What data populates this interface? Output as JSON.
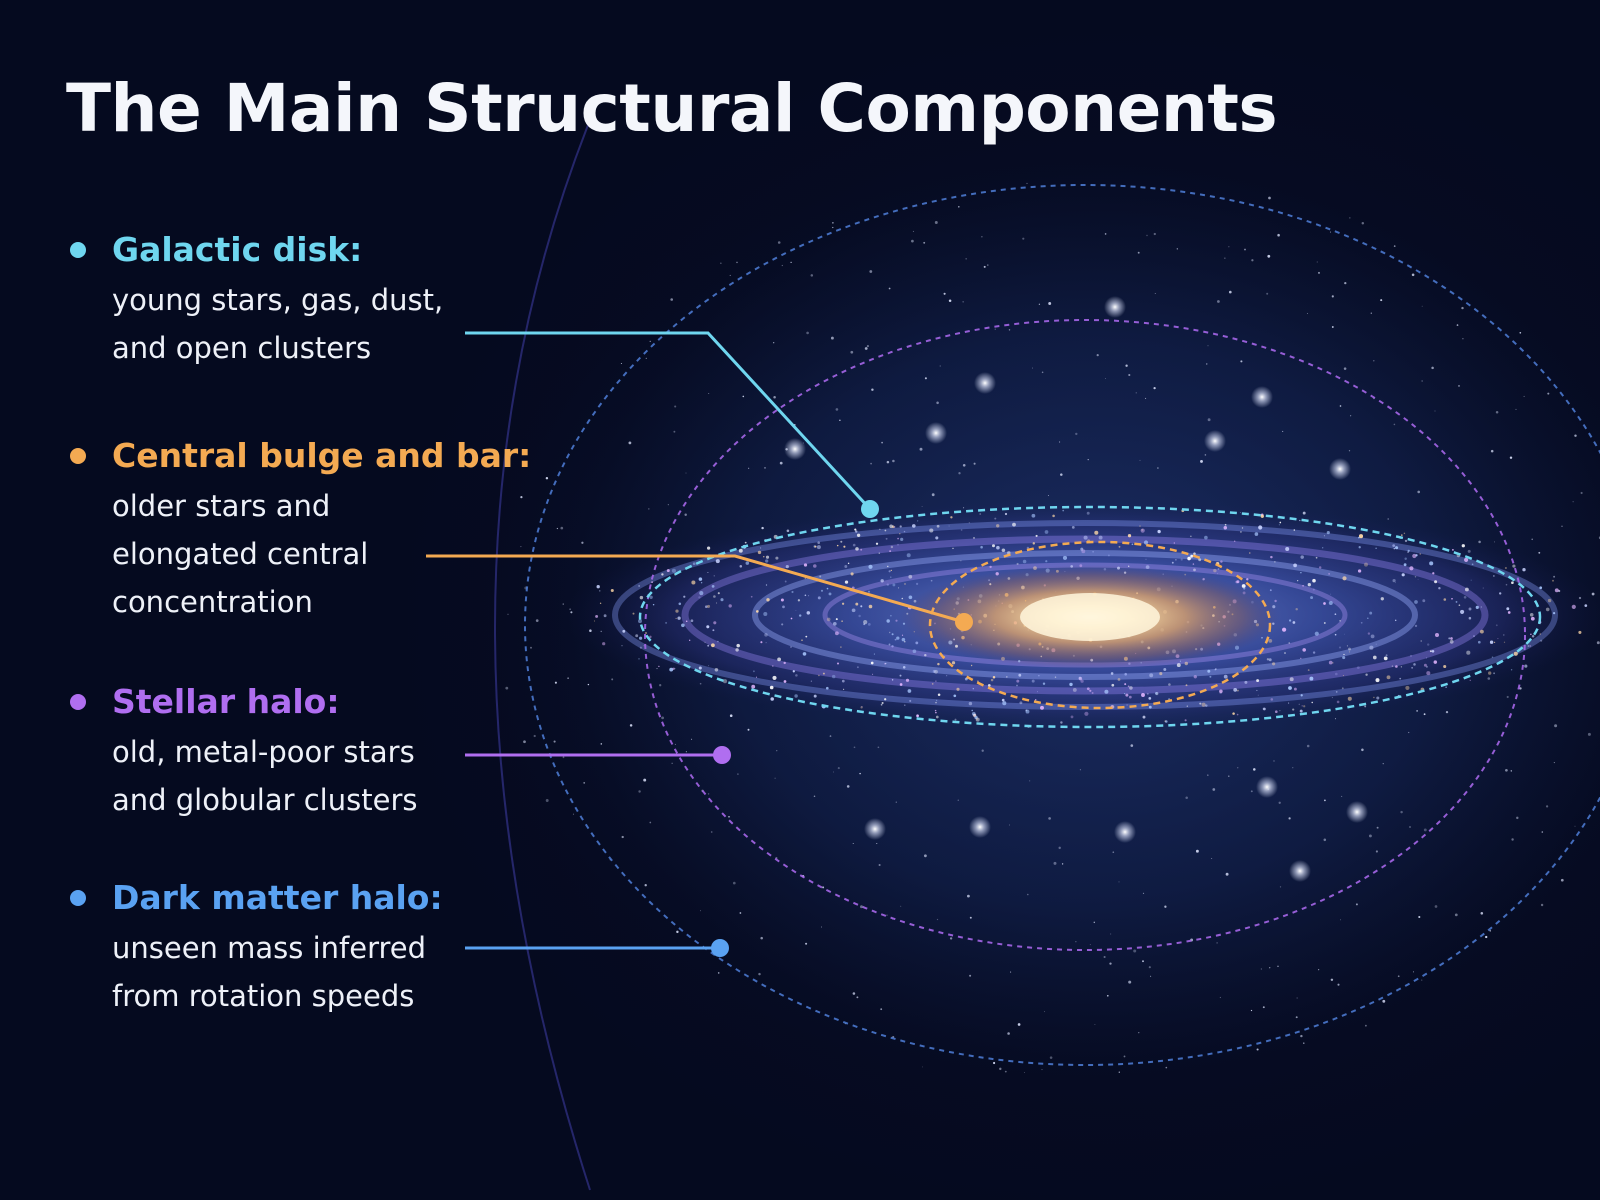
{
  "title": "The Main Structural Components",
  "colors": {
    "background": "#050a1f",
    "disk": "#6fd6ef",
    "bulge": "#f4aa52",
    "stellar_halo": "#b06ef0",
    "dark_matter_halo": "#5aa2f2"
  },
  "components": [
    {
      "label": "Galactic disk:",
      "description": [
        "young stars, gas, dust,",
        "and open clusters"
      ],
      "color": "#6fd6ef"
    },
    {
      "label": "Central bulge and bar:",
      "description": [
        "older stars and",
        "elongated central",
        "concentration"
      ],
      "color": "#f4aa52"
    },
    {
      "label": "Stellar halo:",
      "description": [
        "old, metal-poor stars",
        "and globular clusters"
      ],
      "color": "#b06ef0"
    },
    {
      "label": "Dark matter halo:",
      "description": [
        "unseen mass inferred",
        "from rotation speeds"
      ],
      "color": "#5aa2f2"
    }
  ]
}
